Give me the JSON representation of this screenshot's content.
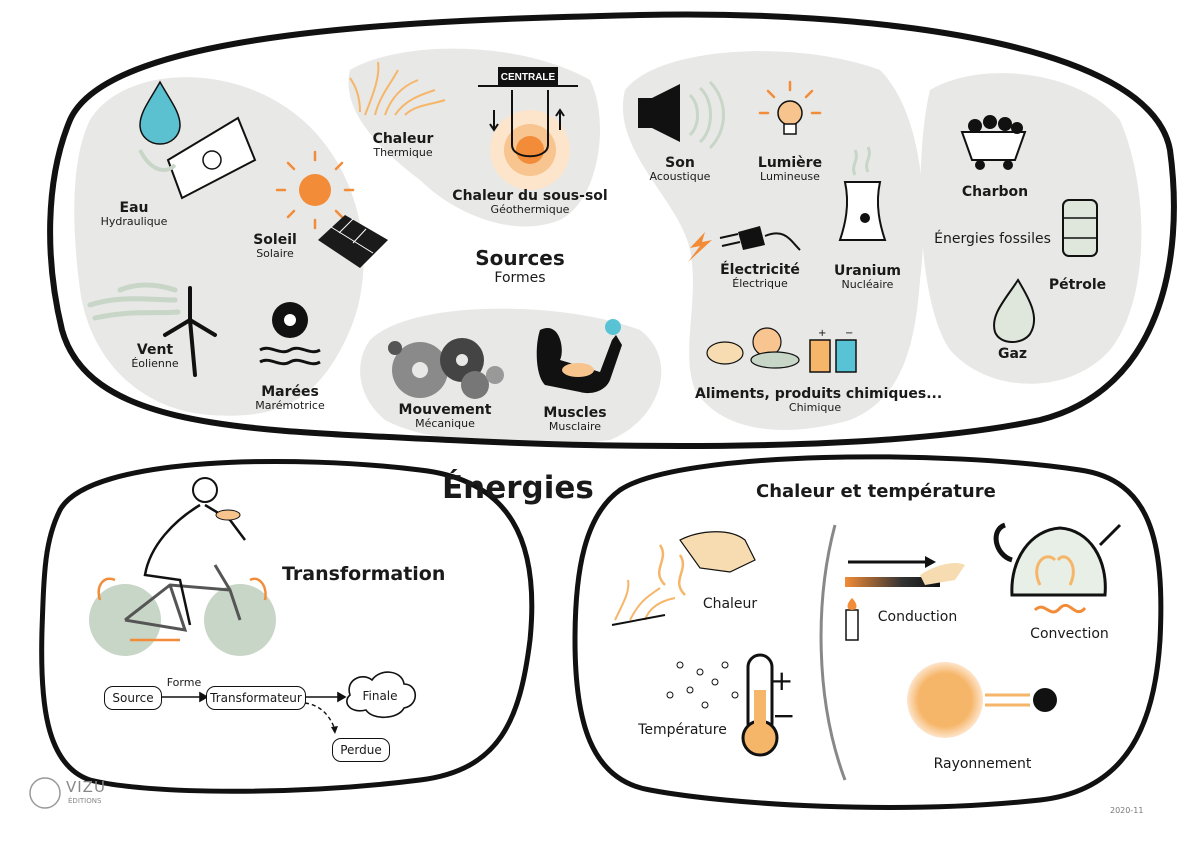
{
  "main_title": "Énergies",
  "sources": {
    "title": "Sources",
    "subtitle": "Formes",
    "items": [
      {
        "main": "Eau",
        "sub": "Hydraulique"
      },
      {
        "main": "Soleil",
        "sub": "Solaire"
      },
      {
        "main": "Vent",
        "sub": "Éolienne"
      },
      {
        "main": "Marées",
        "sub": "Marémotrice"
      },
      {
        "main": "Chaleur",
        "sub": "Thermique"
      },
      {
        "main": "Chaleur du sous-sol",
        "sub": "Géothermique"
      },
      {
        "main": "Mouvement",
        "sub": "Mécanique"
      },
      {
        "main": "Muscles",
        "sub": "Musclaire"
      },
      {
        "main": "Son",
        "sub": "Acoustique"
      },
      {
        "main": "Lumière",
        "sub": "Lumineuse"
      },
      {
        "main": "Électricité",
        "sub": "Électrique"
      },
      {
        "main": "Uranium",
        "sub": "Nucléaire"
      },
      {
        "main": "Aliments, produits chimiques...",
        "sub": "Chimique"
      }
    ],
    "centrale_label": "CENTRALE"
  },
  "fossils": {
    "label": "Énergies fossiles",
    "charbon": "Charbon",
    "petrole": "Pétrole",
    "gaz": "Gaz"
  },
  "transformation": {
    "title": "Transformation",
    "flow": {
      "source": "Source",
      "forme": "Forme",
      "transformateur": "Transformateur",
      "finale": "Finale",
      "perdue": "Perdue"
    }
  },
  "heat": {
    "title": "Chaleur et température",
    "chaleur": "Chaleur",
    "temperature": "Température",
    "conduction": "Conduction",
    "convection": "Convection",
    "rayonnement": "Rayonnement"
  },
  "footer": {
    "brand": "VIZU",
    "brand_sub": "ÉDITIONS",
    "date": "2020-11"
  },
  "colors": {
    "orange": "#f28c38",
    "light_orange": "#f6c48c",
    "grey_bg": "#e7e7e5",
    "green_grey": "#c8d6c8",
    "water_blue": "#5bc0d0",
    "battery_blue": "#59c3d6"
  }
}
